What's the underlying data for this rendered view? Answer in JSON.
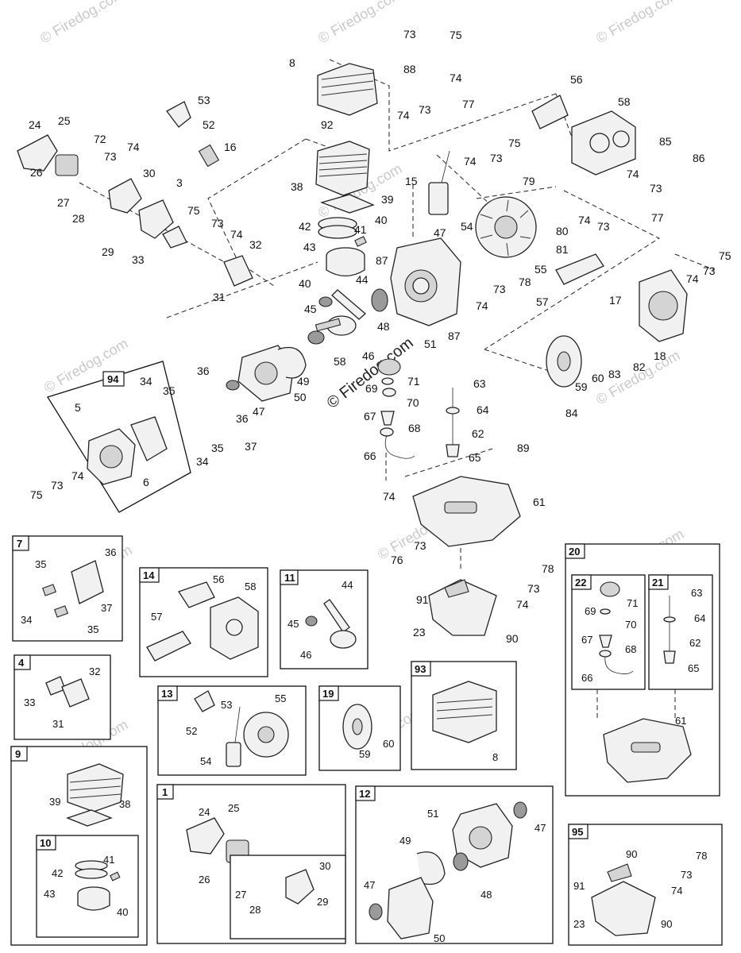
{
  "watermark": "© Firedog.com",
  "credit": "© Firedog.com",
  "callouts": {
    "c1": "73",
    "c2": "75",
    "c3": "88",
    "c4": "74",
    "c5": "8",
    "c6": "56",
    "c7": "74",
    "c8": "73",
    "c9": "77",
    "c10": "58",
    "c11": "53",
    "c12": "52",
    "c13": "16",
    "c14": "92",
    "c15": "24",
    "c16": "25",
    "c17": "72",
    "c18": "73",
    "c19": "74",
    "c20": "30",
    "c21": "3",
    "c22": "26",
    "c23": "27",
    "c24": "28",
    "c25": "29",
    "c26": "33",
    "c27": "75",
    "c28": "73",
    "c29": "74",
    "c30": "32",
    "c31": "31",
    "c32": "38",
    "c33": "39",
    "c34": "42",
    "c35": "43",
    "c36": "41",
    "c37": "40",
    "c38": "40",
    "c39": "15",
    "c40": "74",
    "c41": "73",
    "c42": "75",
    "c43": "79",
    "c44": "80",
    "c45": "81",
    "c46": "85",
    "c47": "86",
    "c48": "74",
    "c49": "73",
    "c50": "77",
    "c51": "54",
    "c52": "47",
    "c53": "55",
    "c54": "87",
    "c55": "73",
    "c56": "78",
    "c57": "74",
    "c58": "74",
    "c59": "73",
    "c60": "57",
    "c61": "75",
    "c62": "74",
    "c63": "73",
    "c64": "17",
    "c65": "44",
    "c66": "45",
    "c67": "48",
    "c68": "51",
    "c69": "87",
    "c70": "58",
    "c71": "46",
    "c72": "36",
    "c73": "34",
    "c74": "35",
    "c75": "94",
    "c76": "5",
    "c77": "6",
    "c78": "47",
    "c79": "49",
    "c80": "50",
    "c81": "36",
    "c82": "37",
    "c83": "34",
    "c84": "35",
    "c85": "75",
    "c86": "73",
    "c87": "74",
    "c88": "71",
    "c89": "69",
    "c90": "70",
    "c91": "63",
    "c92": "64",
    "c93": "67",
    "c94": "68",
    "c95": "62",
    "c96": "66",
    "c97": "65",
    "c98": "89",
    "c99": "74",
    "c100": "61",
    "c101": "76",
    "c102": "73",
    "c103": "18",
    "c104": "82",
    "c105": "83",
    "c106": "59",
    "c107": "60",
    "c108": "84",
    "c109": "91",
    "c110": "78",
    "c111": "73",
    "c112": "74",
    "c113": "23",
    "c114": "90"
  },
  "boxes": {
    "b7": {
      "tag": "7",
      "labels": [
        "35",
        "36",
        "37",
        "34",
        "35"
      ]
    },
    "b14": {
      "tag": "14",
      "labels": [
        "56",
        "58",
        "57"
      ]
    },
    "b11": {
      "tag": "11",
      "labels": [
        "44",
        "45",
        "46"
      ]
    },
    "b4": {
      "tag": "4",
      "labels": [
        "32",
        "33",
        "31"
      ]
    },
    "b13": {
      "tag": "13",
      "labels": [
        "53",
        "55",
        "52",
        "54"
      ]
    },
    "b19": {
      "tag": "19",
      "labels": [
        "59",
        "60"
      ]
    },
    "b93": {
      "tag": "93",
      "labels": [
        "8"
      ]
    },
    "b9": {
      "tag": "9",
      "labels": [
        "38",
        "39"
      ]
    },
    "b10": {
      "tag": "10",
      "labels": [
        "41",
        "42",
        "43",
        "40"
      ]
    },
    "b1": {
      "tag": "1",
      "labels": [
        "24",
        "25",
        "26",
        "30",
        "27",
        "28",
        "29"
      ]
    },
    "b12": {
      "tag": "12",
      "labels": [
        "51",
        "47",
        "49",
        "48",
        "47",
        "50"
      ]
    },
    "b20": {
      "tag": "20",
      "labels": [
        "61"
      ]
    },
    "b22": {
      "tag": "22",
      "labels": [
        "71",
        "69",
        "70",
        "67",
        "68",
        "66"
      ]
    },
    "b21": {
      "tag": "21",
      "labels": [
        "63",
        "64",
        "62",
        "65"
      ]
    },
    "b95": {
      "tag": "95",
      "labels": [
        "90",
        "78",
        "73",
        "74",
        "91",
        "23",
        "90"
      ]
    }
  }
}
